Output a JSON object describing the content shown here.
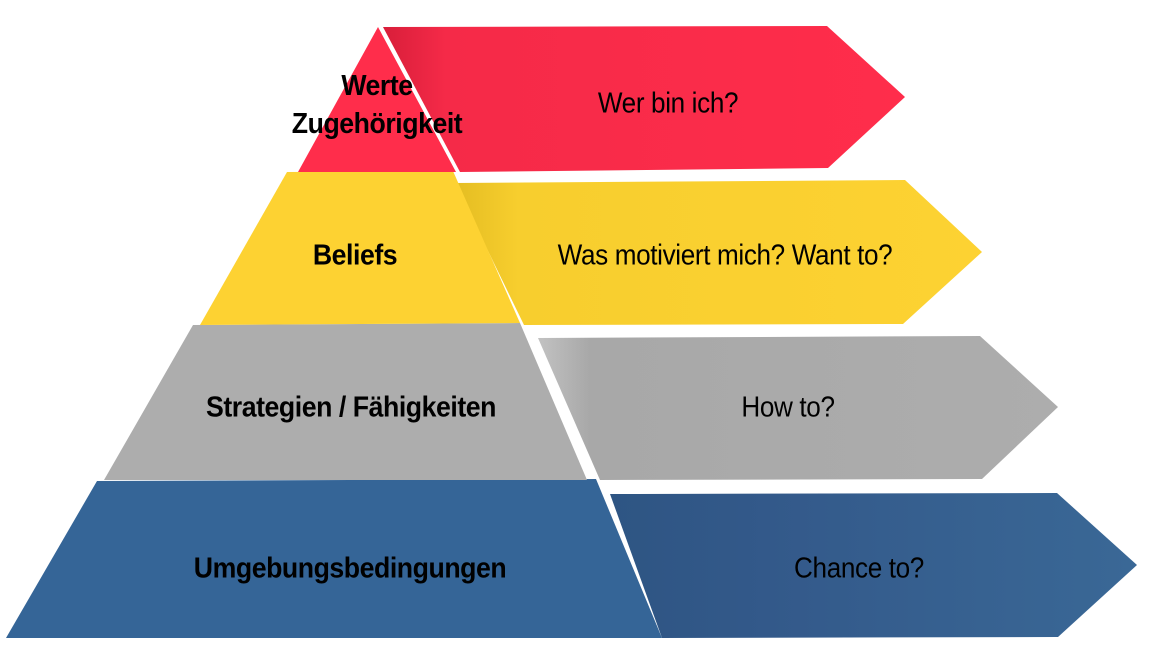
{
  "diagram": {
    "type": "pyramid-with-arrows",
    "colors": {
      "level1": "#FF2D4B",
      "level2": "#FDD232",
      "level3": "#ADADAD",
      "level4": "#356597"
    },
    "levels": [
      {
        "id": "werte",
        "pyramid_label_line1": "Werte",
        "pyramid_label_line2": "Zugehörigkeit",
        "arrow_label": "Wer bin ich?",
        "color": "#FF2D4B"
      },
      {
        "id": "beliefs",
        "pyramid_label": "Beliefs",
        "arrow_label": "Was motiviert mich? Want to?",
        "color": "#FDD232"
      },
      {
        "id": "strategien",
        "pyramid_label": "Strategien / Fähigkeiten",
        "arrow_label": "How to?",
        "color": "#ADADAD"
      },
      {
        "id": "umgebung",
        "pyramid_label": "Umgebungsbedingungen",
        "arrow_label": "Chance to?",
        "color": "#356597"
      }
    ]
  }
}
